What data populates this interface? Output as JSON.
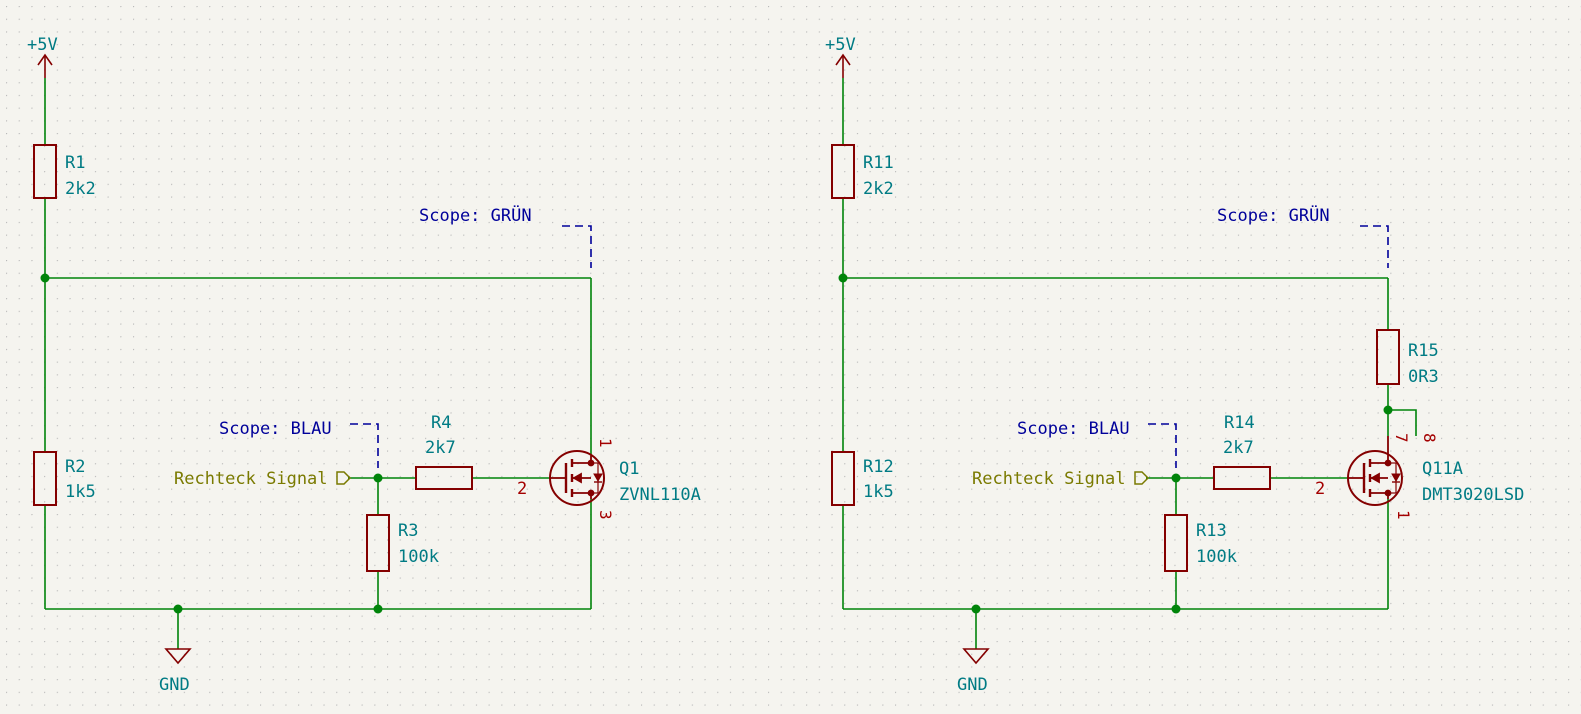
{
  "colors": {
    "background": "#f5f4ef",
    "wire": "#00840a",
    "component": "#840000",
    "text": "#007b84",
    "scope_line": "#00009a",
    "signal_label": "#7a7a00",
    "pin_number": "#a40000"
  },
  "left_circuit": {
    "power_label": "+5V",
    "r1_ref": "R1",
    "r1_value": "2k2",
    "r2_ref": "R2",
    "r2_value": "1k5",
    "r3_ref": "R3",
    "r3_value": "100k",
    "r4_ref": "R4",
    "r4_value": "2k7",
    "q_ref": "Q1",
    "q_value": "ZVNL110A",
    "q_pin_gate": "2",
    "q_pin_drain": "1",
    "q_pin_source": "3",
    "scope_green": "Scope: GRÜN",
    "scope_blue": "Scope: BLAU",
    "signal_label": "Rechteck Signal",
    "gnd_label": "GND"
  },
  "right_circuit": {
    "power_label": "+5V",
    "r11_ref": "R11",
    "r11_value": "2k2",
    "r12_ref": "R12",
    "r12_value": "1k5",
    "r13_ref": "R13",
    "r13_value": "100k",
    "r14_ref": "R14",
    "r14_value": "2k7",
    "r15_ref": "R15",
    "r15_value": "0R3",
    "q_ref": "Q11A",
    "q_value": "DMT3020LSD",
    "q_pin_gate": "2",
    "q_pin_drain_a": "7",
    "q_pin_drain_b": "8",
    "q_pin_source": "1",
    "scope_green": "Scope: GRÜN",
    "scope_blue": "Scope: BLAU",
    "signal_label": "Rechteck Signal",
    "gnd_label": "GND"
  }
}
